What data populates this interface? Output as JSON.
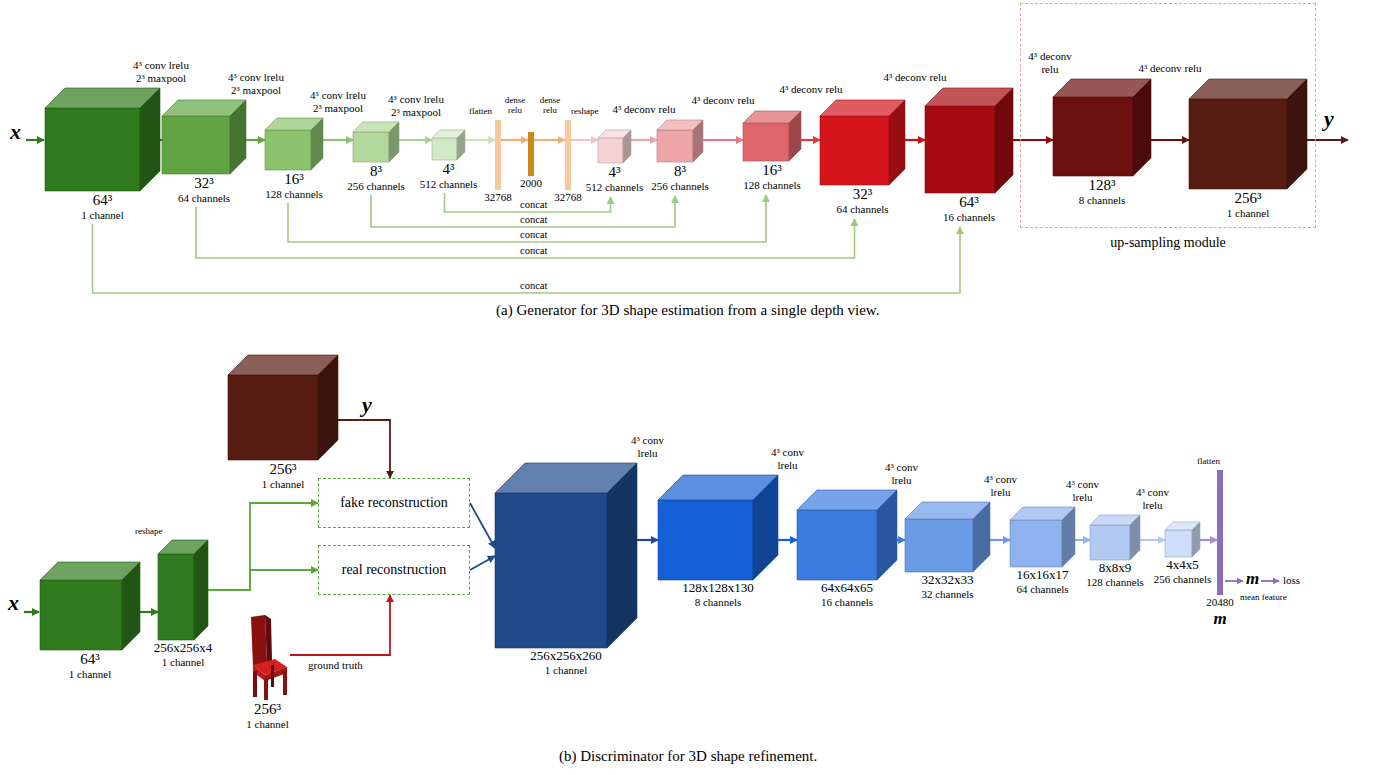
{
  "diagram": {
    "nodes": [
      {
        "text": [
          "64³",
          "1 channel"
        ]
      },
      {
        "text": [
          "32³",
          "64 channels"
        ]
      },
      {
        "text": [
          "16³",
          "128 channels"
        ]
      },
      {
        "text": [
          "8³",
          "256 channels"
        ]
      },
      {
        "text": [
          "4³",
          "512 channels"
        ]
      },
      {
        "text": [
          "32768"
        ]
      },
      {
        "text": [
          "2000"
        ]
      },
      {
        "text": [
          "32768"
        ]
      },
      {
        "text": [
          "4³",
          "512 channels"
        ]
      },
      {
        "text": [
          "8³",
          "256 channels"
        ]
      },
      {
        "text": [
          "16³",
          "128 channels"
        ]
      },
      {
        "text": [
          "32³",
          "64 channels"
        ]
      },
      {
        "text": [
          "64³",
          "16 channels"
        ]
      },
      {
        "text": [
          "up-sampling module"
        ]
      },
      {
        "text": [
          "128³",
          "8 channels"
        ],
        "in": 13
      },
      {
        "text": [
          "256³",
          "1 channel"
        ],
        "in": 13
      },
      {
        "text": [
          "64³",
          "1 channel"
        ]
      },
      {
        "text": [
          "256x256x4",
          "1 channel"
        ]
      },
      {
        "text": [
          "256³",
          "1 channel"
        ]
      },
      {
        "text": [
          "fake reconstruction"
        ]
      },
      {
        "text": [
          "real reconstruction"
        ]
      },
      {
        "text": [
          "256³",
          "1 channel"
        ]
      },
      {
        "text": [
          "256x256x260",
          "1 channel"
        ]
      },
      {
        "text": [
          "128x128x130",
          "8 channels"
        ]
      },
      {
        "text": [
          "64x64x65",
          "16 channels"
        ]
      },
      {
        "text": [
          "32x32x33",
          "32 channels"
        ]
      },
      {
        "text": [
          "16x16x17",
          "64 channels"
        ]
      },
      {
        "text": [
          "8x8x9",
          "128 channels"
        ]
      },
      {
        "text": [
          "4x4x5",
          "256 channels"
        ]
      },
      {
        "text": [
          "20480",
          "m"
        ]
      }
    ],
    "edges": [
      {
        "from": 0,
        "to": 1,
        "arrow": "to",
        "label": "4³ conv lrelu 2³ maxpool"
      },
      {
        "from": 1,
        "to": 2,
        "arrow": "to",
        "label": "4³ conv lrelu 2³ maxpool"
      },
      {
        "from": 2,
        "to": 3,
        "arrow": "to",
        "label": "4³ conv lrelu 2³ maxpool"
      },
      {
        "from": 3,
        "to": 4,
        "arrow": "to",
        "label": "4³ conv lrelu 2³ maxpool"
      },
      {
        "from": 4,
        "to": 5,
        "arrow": "to",
        "label": "flatten"
      },
      {
        "from": 5,
        "to": 6,
        "arrow": "to",
        "label": "dense relu"
      },
      {
        "from": 6,
        "to": 7,
        "arrow": "to",
        "label": "dense relu"
      },
      {
        "from": 7,
        "to": 8,
        "arrow": "to",
        "label": "reshape"
      },
      {
        "from": 8,
        "to": 9,
        "arrow": "to",
        "label": "4³ deconv relu"
      },
      {
        "from": 9,
        "to": 10,
        "arrow": "to",
        "label": "4³ deconv relu"
      },
      {
        "from": 10,
        "to": 11,
        "arrow": "to",
        "label": "4³ deconv relu"
      },
      {
        "from": 11,
        "to": 12,
        "arrow": "to",
        "label": "4³ deconv relu"
      },
      {
        "from": 12,
        "to": 14,
        "arrow": "to",
        "label": "4³ deconv relu"
      },
      {
        "from": 14,
        "to": 15,
        "arrow": "to",
        "label": "4³ deconv relu"
      },
      {
        "from": 4,
        "to": 8,
        "arrow": "to",
        "label": "concat"
      },
      {
        "from": 3,
        "to": 9,
        "arrow": "to",
        "label": "concat"
      },
      {
        "from": 2,
        "to": 10,
        "arrow": "to",
        "label": "concat"
      },
      {
        "from": 1,
        "to": 11,
        "arrow": "to",
        "label": "concat"
      },
      {
        "from": 0,
        "to": 12,
        "arrow": "to",
        "label": "concat"
      },
      {
        "from": 16,
        "to": 17,
        "arrow": "to",
        "label": "reshape"
      },
      {
        "from": 17,
        "to": 19,
        "arrow": "to"
      },
      {
        "from": 17,
        "to": 20,
        "arrow": "to"
      },
      {
        "from": 18,
        "to": 19,
        "arrow": "to"
      },
      {
        "from": 21,
        "to": 20,
        "arrow": "to",
        "label": "ground truth"
      },
      {
        "from": 19,
        "to": 22,
        "arrow": "to"
      },
      {
        "from": 20,
        "to": 22,
        "arrow": "to"
      },
      {
        "from": 22,
        "to": 23,
        "arrow": "to",
        "label": "4³ conv lrelu"
      },
      {
        "from": 23,
        "to": 24,
        "arrow": "to",
        "label": "4³ conv lrelu"
      },
      {
        "from": 24,
        "to": 25,
        "arrow": "to",
        "label": "4³ conv lrelu"
      },
      {
        "from": 25,
        "to": 26,
        "arrow": "to",
        "label": "4³ conv lrelu"
      },
      {
        "from": 26,
        "to": 27,
        "arrow": "to",
        "label": "4³ conv lrelu"
      },
      {
        "from": 27,
        "to": 28,
        "arrow": "to",
        "label": "4³ conv lrelu"
      },
      {
        "from": 28,
        "to": 29,
        "arrow": "to",
        "label": "flatten"
      }
    ],
    "labels": [
      "x",
      "y",
      "(a) Generator for 3D shape estimation from a single depth view.",
      "x",
      "y",
      "m",
      "mean feature",
      "loss",
      "(b) Discriminator for 3D shape refinement."
    ]
  }
}
